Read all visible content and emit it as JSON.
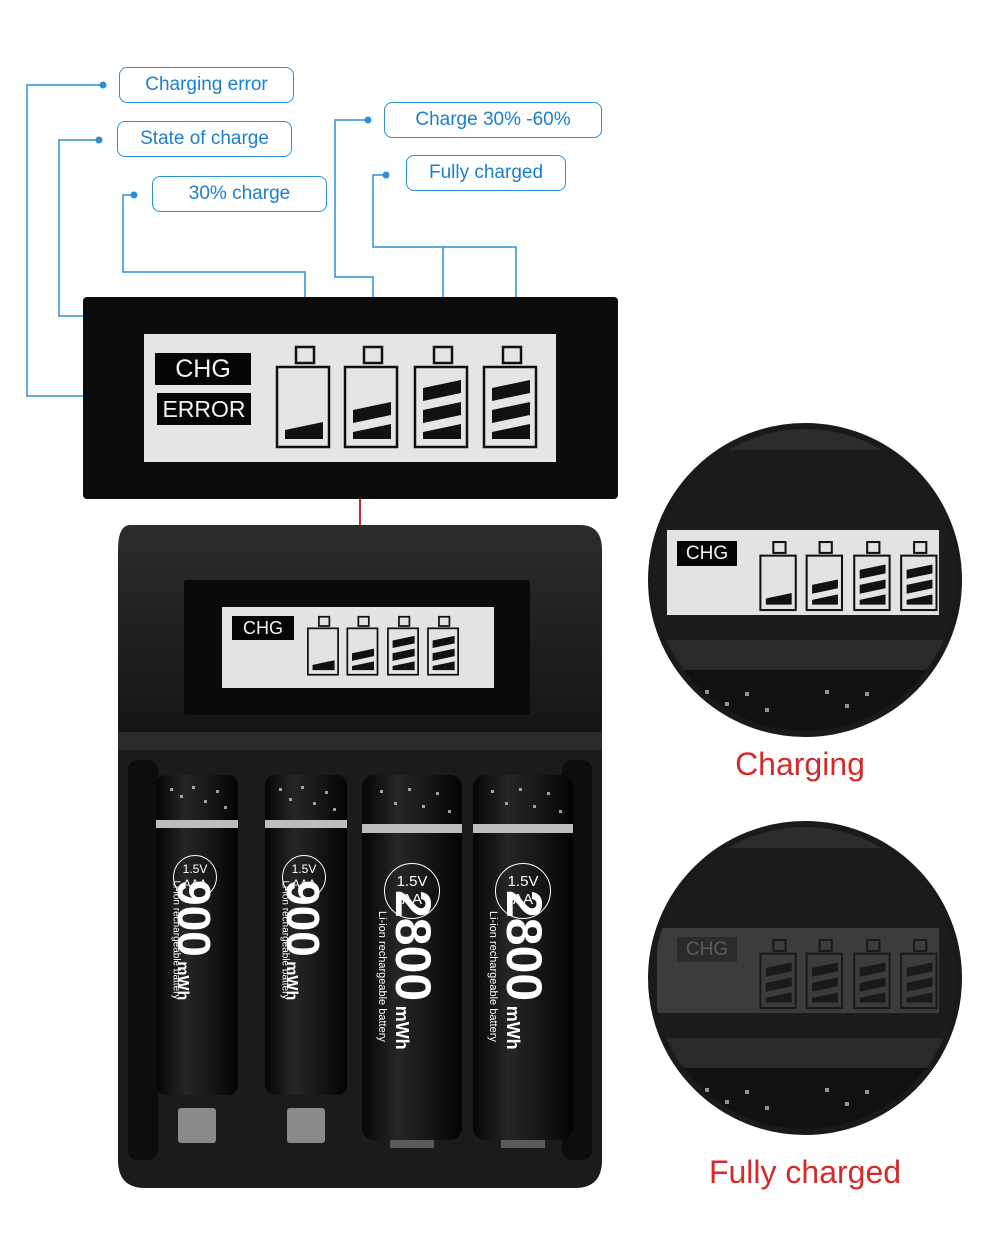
{
  "callouts": {
    "charging_error": "Charging error",
    "state_of_charge": "State of charge",
    "thirty_charge": "30% charge",
    "charge_30_60": "Charge 30% -60%",
    "fully_charged": "Fully charged"
  },
  "lcd": {
    "chg": "CHG",
    "error": "ERROR"
  },
  "batteries": [
    {
      "voltage": "1.5V",
      "size": "AAA",
      "capacity": "900",
      "unit": "mWh",
      "type": "Li-ion rechargeable battery"
    },
    {
      "voltage": "1.5V",
      "size": "AAA",
      "capacity": "900",
      "unit": "mWh",
      "type": "Li-ion rechargeable battery"
    },
    {
      "voltage": "1.5V",
      "size": "AA",
      "capacity": "2800",
      "unit": "mWh",
      "type": "Li-ion rechargeable battery"
    },
    {
      "voltage": "1.5V",
      "size": "AA",
      "capacity": "2800",
      "unit": "mWh",
      "type": "Li-ion rechargeable battery"
    }
  ],
  "captions": {
    "charging": "Charging",
    "fully_charged": "Fully charged"
  },
  "colors": {
    "callout_blue": "#2a8fd8",
    "caption_red": "#d52a2a"
  }
}
